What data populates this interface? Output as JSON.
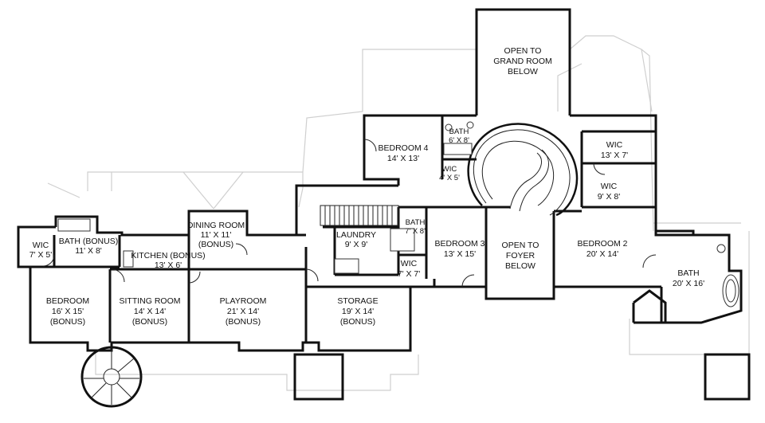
{
  "rooms": [
    {
      "id": "open-grand-room",
      "lines": [
        "OPEN TO",
        "GRAND ROOM",
        "BELOW"
      ]
    },
    {
      "id": "bedroom-4",
      "lines": [
        "BEDROOM 4",
        "14' X 13'"
      ]
    },
    {
      "id": "bath-upper",
      "lines": [
        "BATH",
        "6' X 8'"
      ]
    },
    {
      "id": "wic-upper",
      "lines": [
        "WIC",
        "4' X 5'"
      ]
    },
    {
      "id": "wic-br2-a",
      "lines": [
        "WIC",
        "13' X 7'"
      ]
    },
    {
      "id": "wic-br2-b",
      "lines": [
        "WIC",
        "9' X 8'"
      ]
    },
    {
      "id": "dining-room",
      "lines": [
        "DINING ROOM",
        "11' X 11'",
        "(BONUS)"
      ]
    },
    {
      "id": "bath-bonus",
      "lines": [
        "BATH (BONUS)",
        "11' X 8'"
      ]
    },
    {
      "id": "wic-left",
      "lines": [
        "WIC",
        "7' X 5'"
      ]
    },
    {
      "id": "kitchen-bonus",
      "lines": [
        "KITCHEN (BONUS)",
        "13' X 6'"
      ]
    },
    {
      "id": "laundry",
      "lines": [
        "LAUNDRY",
        "9' X 9'"
      ]
    },
    {
      "id": "bath-mid",
      "lines": [
        "BATH",
        "7' X 8'"
      ]
    },
    {
      "id": "bedroom-3",
      "lines": [
        "BEDROOM 3",
        "13' X 15'"
      ]
    },
    {
      "id": "open-foyer",
      "lines": [
        "OPEN TO",
        "FOYER",
        "BELOW"
      ]
    },
    {
      "id": "bedroom-2",
      "lines": [
        "BEDROOM 2",
        "20' X 14'"
      ]
    },
    {
      "id": "bath-master",
      "lines": [
        "BATH",
        "20' X 16'"
      ]
    },
    {
      "id": "wic-mid",
      "lines": [
        "WIC",
        "7' X 7'"
      ]
    },
    {
      "id": "bedroom-bonus",
      "lines": [
        "BEDROOM",
        "16' X 15'",
        "(BONUS)"
      ]
    },
    {
      "id": "sitting-room",
      "lines": [
        "SITTING ROOM",
        "14' X 14'",
        "(BONUS)"
      ]
    },
    {
      "id": "playroom",
      "lines": [
        "PLAYROOM",
        "21' X 14'",
        "(BONUS)"
      ]
    },
    {
      "id": "storage",
      "lines": [
        "STORAGE",
        "19' X 14'",
        "(BONUS)"
      ]
    }
  ]
}
